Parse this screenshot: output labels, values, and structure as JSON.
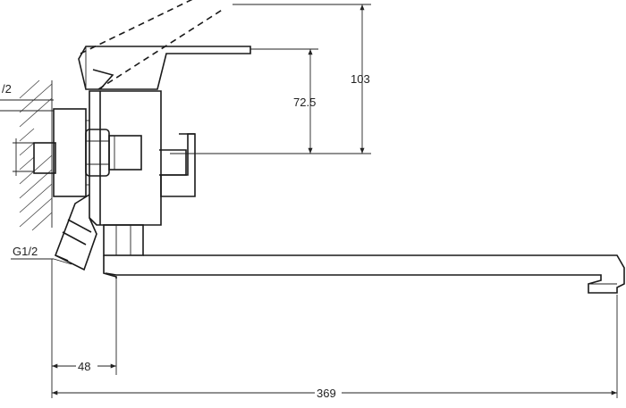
{
  "dimensions": {
    "d103": "103",
    "d72_5": "72.5",
    "d48": "48",
    "d369": "369"
  },
  "labels": {
    "thread_top": "/2",
    "thread_bottom": "G1/2"
  }
}
